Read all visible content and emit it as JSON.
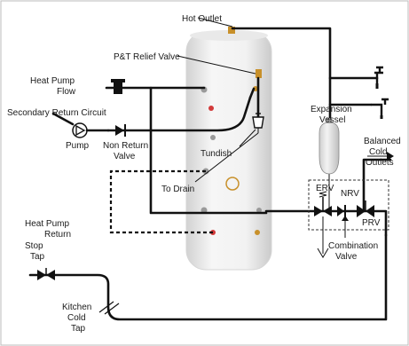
{
  "labels": {
    "hot_outlet": "Hot Outlet",
    "pt_relief_valve": "P&T Relief Valve",
    "heat_pump_flow_1": "Heat Pump",
    "heat_pump_flow_2": "Flow",
    "secondary_return": "Secondary Return Circuit",
    "pump": "Pump",
    "non_return_1": "Non Return",
    "non_return_2": "Valve",
    "tundish": "Tundish",
    "to_drain": "To Drain",
    "expansion_1": "Expansion",
    "expansion_2": "Vessel",
    "balanced_1": "Balanced",
    "balanced_2": "Cold",
    "balanced_3": "Outlets",
    "erv": "ERV",
    "nrv": "NRV",
    "prv": "PRV",
    "combination_1": "Combination",
    "combination_2": "Valve",
    "heat_pump_return_1": "Heat Pump",
    "heat_pump_return_2": "Return",
    "stop_tap_1": "Stop",
    "stop_tap_2": "Tap",
    "kitchen_1": "Kitchen",
    "kitchen_2": "Cold",
    "kitchen_3": "Tap"
  },
  "colors": {
    "pipe": "#111111",
    "cylinder_light": "#f4f4f4",
    "cylinder_shade": "#cfcfcf",
    "brass": "#c8902a",
    "red_port": "#d23a3a"
  }
}
